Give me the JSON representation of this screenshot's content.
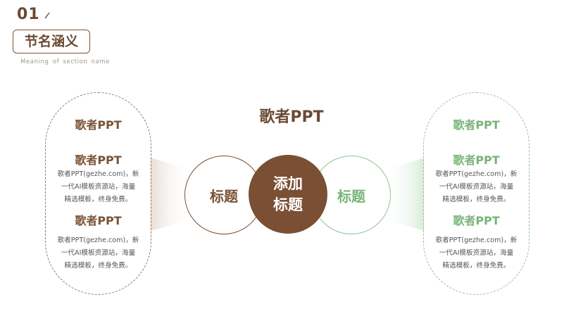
{
  "section": {
    "number": "01",
    "title": "节名涵义",
    "subtitle": "Meaning  of  section  name"
  },
  "main_title": "歌者PPT",
  "left": {
    "heading": "歌者PPT",
    "items": [
      {
        "title": "歌者PPT",
        "desc_lines": [
          "歌者PPT(gezhe.com)，新",
          "一代AI模板资源站，海量",
          "精选模板，终身免费。"
        ]
      },
      {
        "title": "歌者PPT",
        "desc_lines": [
          "歌者PPT(gezhe.com)，新",
          "一代AI模板资源站，海量",
          "精选模板，终身免费。"
        ]
      }
    ]
  },
  "right": {
    "heading": "歌者PPT",
    "items": [
      {
        "title": "歌者PPT",
        "desc_lines": [
          "歌者PPT(gezhe.com)，新",
          "一代AI模板资源站，海量",
          "精选模板，终身免费。"
        ]
      },
      {
        "title": "歌者PPT",
        "desc_lines": [
          "歌者PPT(gezhe.com)，新",
          "一代AI模板资源站，海量",
          "精选模板，终身免费。"
        ]
      }
    ]
  },
  "circles": {
    "left_label": "标题",
    "center_lines": [
      "添加",
      "标题"
    ],
    "right_label": "标题"
  },
  "colors": {
    "brown": "#7a5234",
    "green": "#79b479",
    "center_fill": "#7a4f33"
  }
}
